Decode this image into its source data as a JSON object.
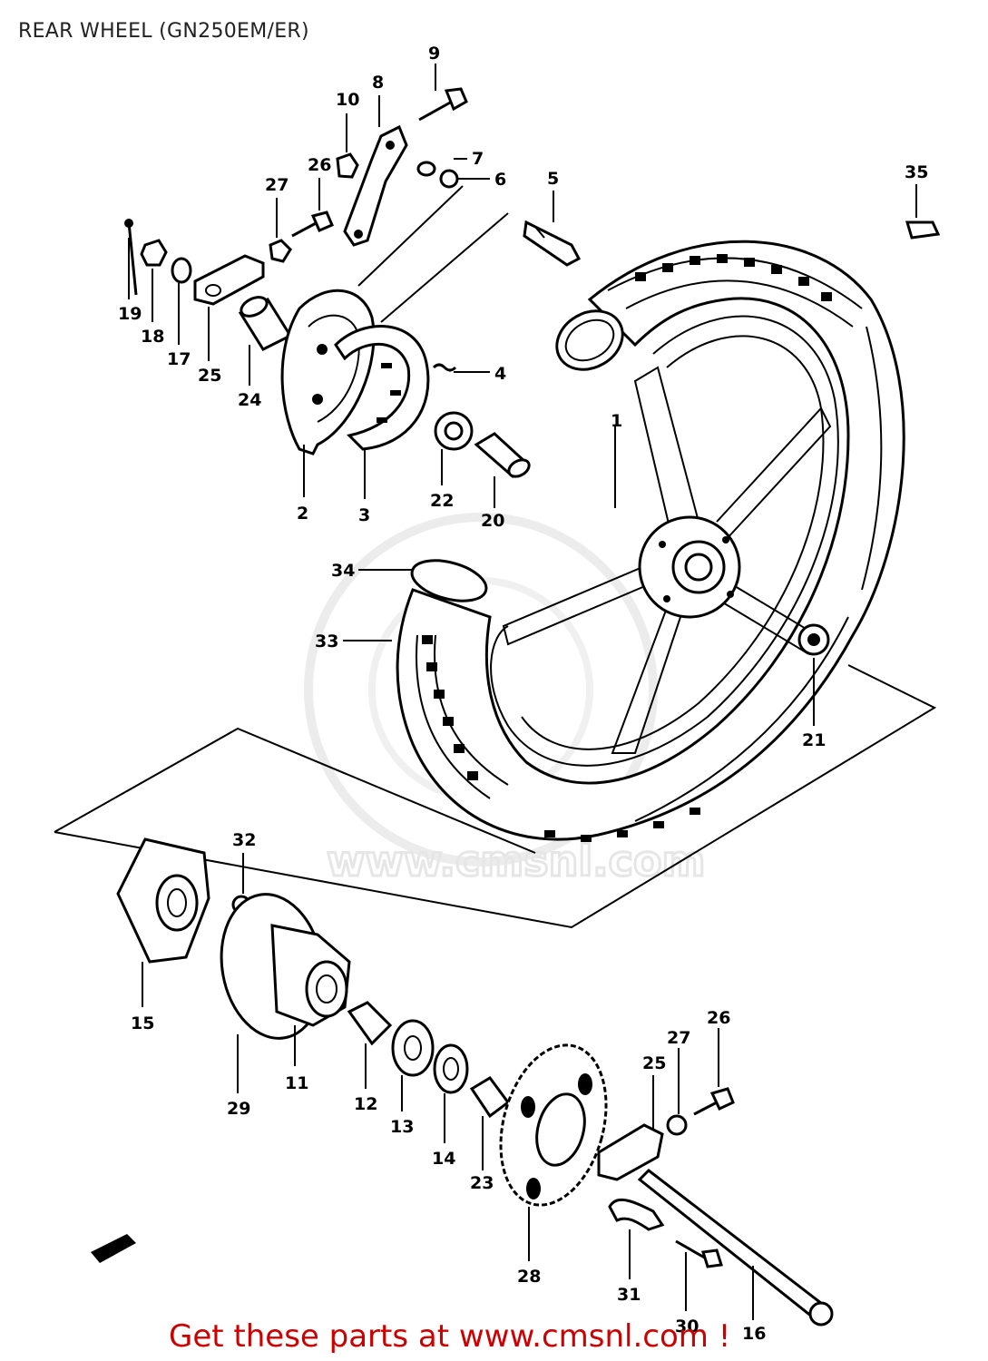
{
  "header": {
    "title": "REAR WHEEL (GN250EM/ER)"
  },
  "footer": {
    "text": "Get these parts at www.cmsnl.com !"
  },
  "watermark": {
    "text": "www.cmsnl.com"
  },
  "part_labels": [
    "1",
    "2",
    "3",
    "4",
    "5",
    "6",
    "7",
    "8",
    "9",
    "10",
    "11",
    "12",
    "13",
    "14",
    "15",
    "16",
    "17",
    "18",
    "19",
    "20",
    "21",
    "22",
    "23",
    "24",
    "25",
    "26",
    "27",
    "28",
    "29",
    "30",
    "31",
    "32",
    "33",
    "34",
    "35"
  ],
  "colors": {
    "footer": "#cc0000",
    "ink": "#000000",
    "watermark": "#e6e6e6"
  }
}
